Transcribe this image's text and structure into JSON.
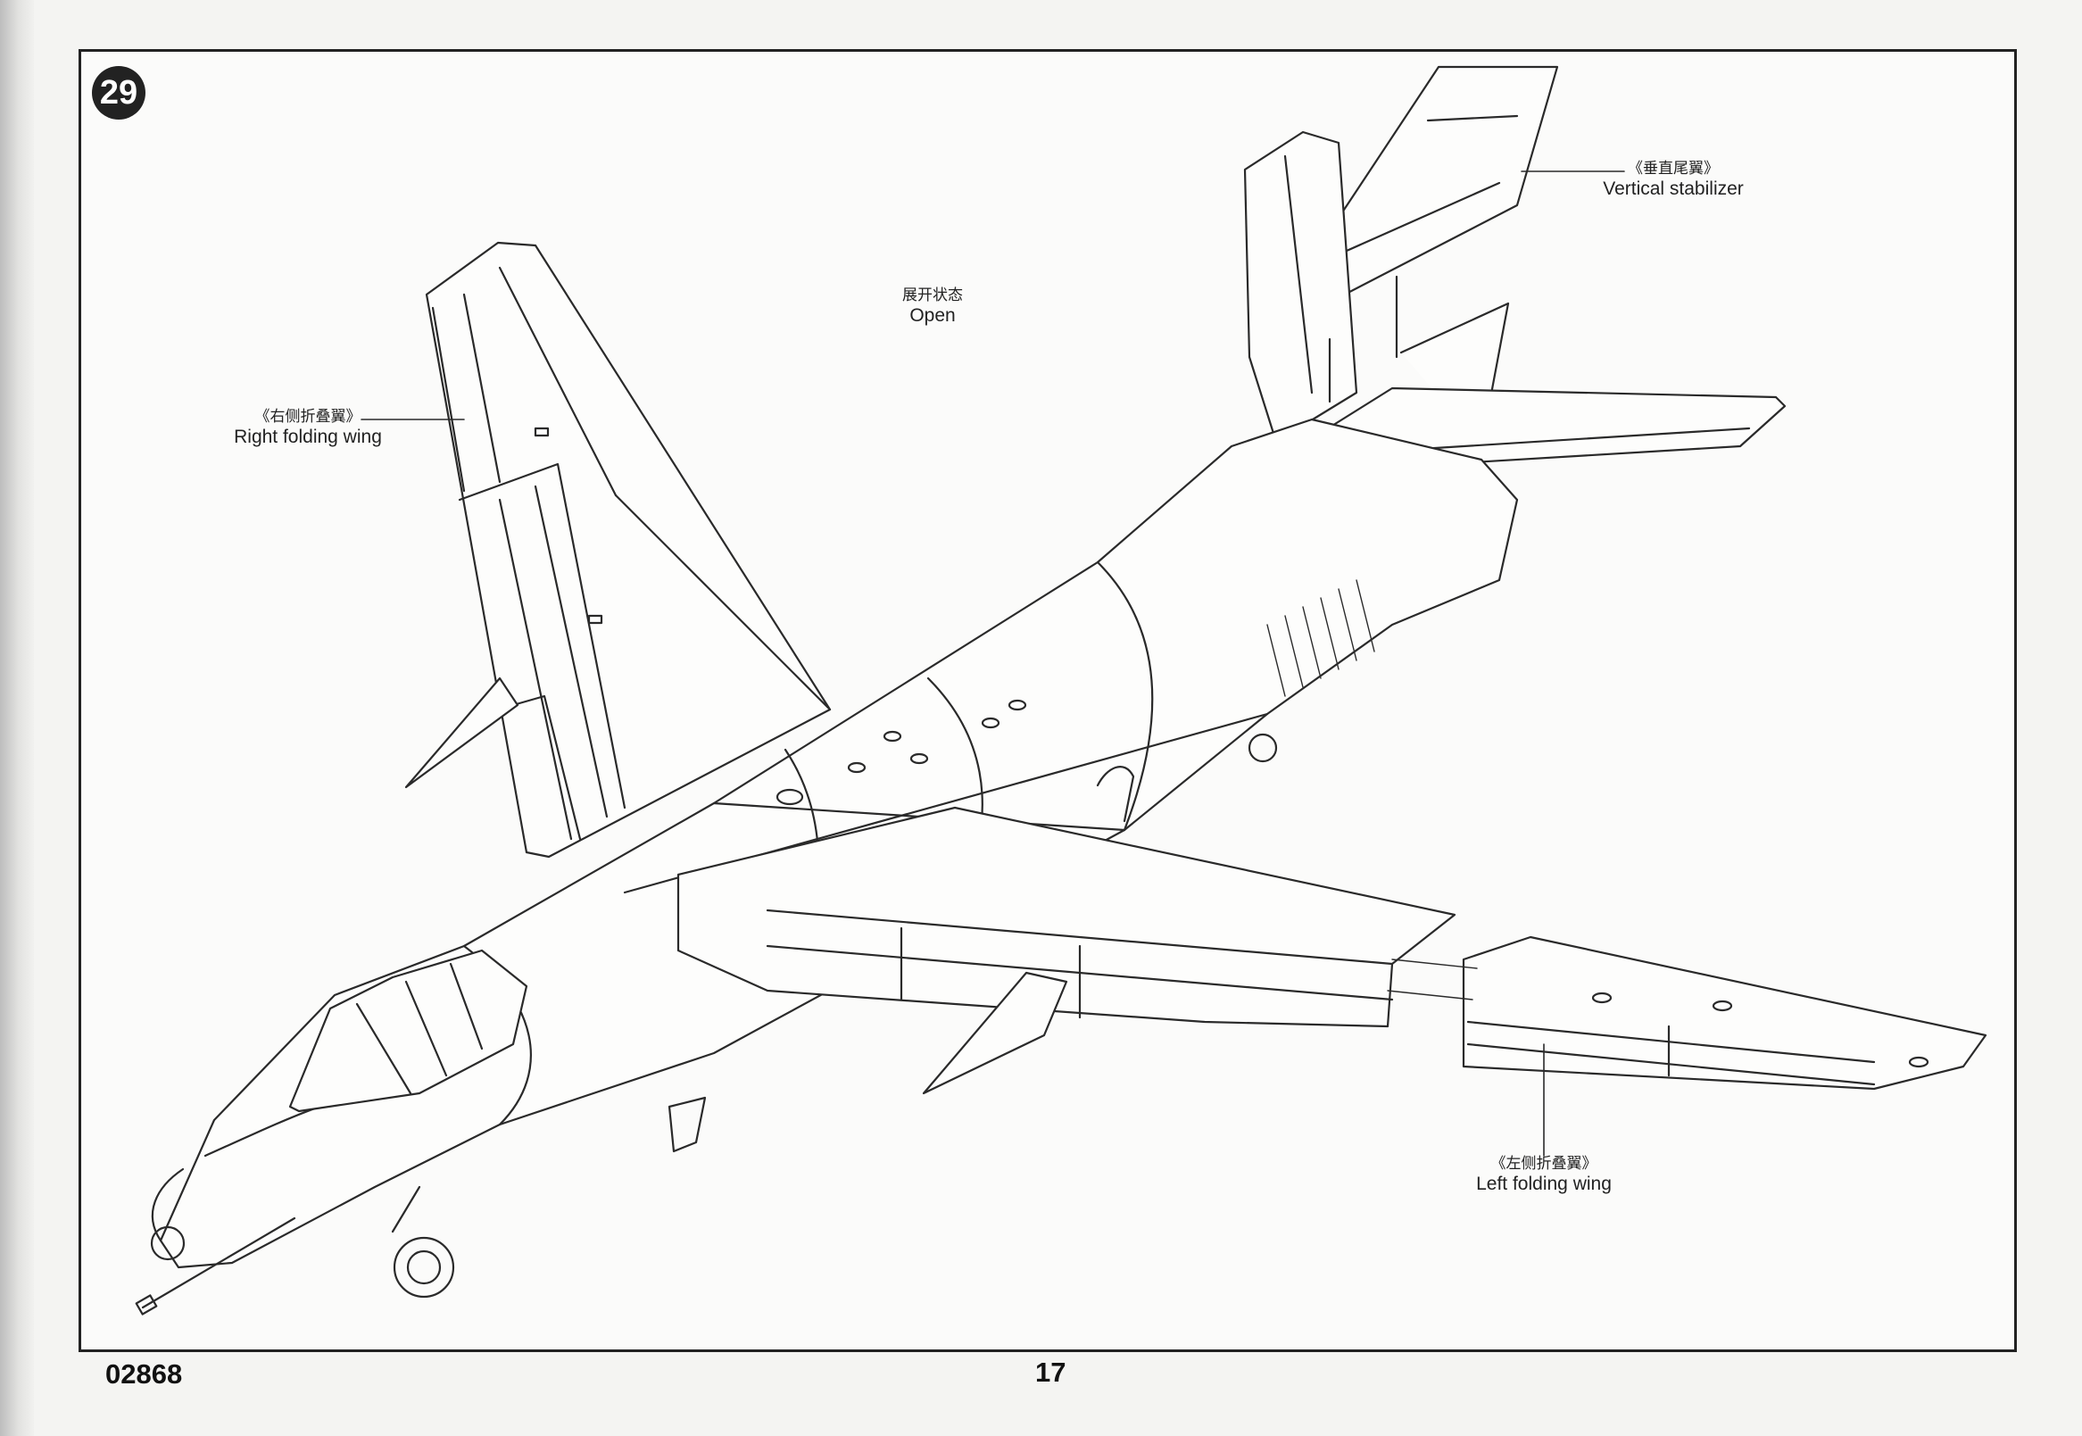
{
  "step": {
    "number": "29"
  },
  "state_label": {
    "cn": "展开状态",
    "en": "Open"
  },
  "callouts": {
    "vertical_stabilizer": {
      "cn": "《垂直尾翼》",
      "en": "Vertical stabilizer"
    },
    "right_wing": {
      "cn": "《右侧折叠翼》",
      "en": "Right folding wing"
    },
    "left_wing": {
      "cn": "《左侧折叠翼》",
      "en": "Left folding wing"
    }
  },
  "footer": {
    "kit_code": "02868",
    "page_number": "17"
  }
}
